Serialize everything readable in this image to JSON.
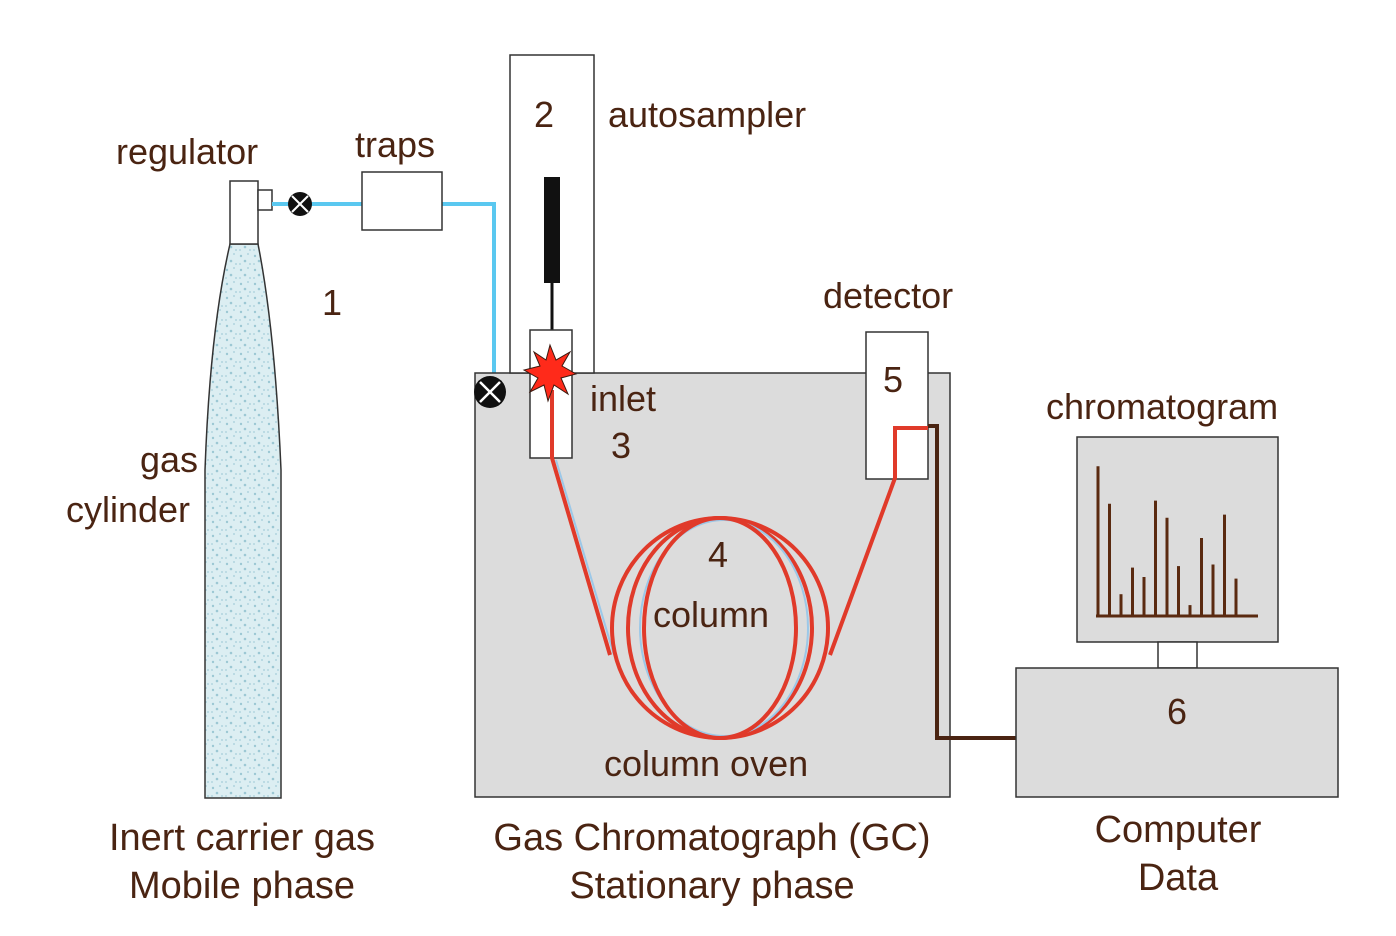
{
  "labels": {
    "regulator": "regulator",
    "traps": "traps",
    "autosampler_num": "2",
    "autosampler": "autosampler",
    "cylinder_num": "1",
    "gas": "gas",
    "cylinder": "cylinder",
    "inlet": "inlet",
    "inlet_num": "3",
    "column_num": "4",
    "column": "column",
    "column_oven": "column oven",
    "detector": "detector",
    "detector_num": "5",
    "chromatogram": "chromatogram",
    "computer_num": "6"
  },
  "captions": {
    "left_line1": "Inert carrier gas",
    "left_line2": "Mobile phase",
    "center_line1": "Gas Chromatograph (GC)",
    "center_line2": "Stationary phase",
    "right_line1": "Computer",
    "right_line2": "Data"
  },
  "colors": {
    "label_text": "#4a2412",
    "gas_line": "#5ac8f0",
    "column_tubing": "#e03a2a",
    "signal_cable": "#4a2412",
    "oven_fill": "#dcdcdc",
    "cylinder_fill": "#dceef2",
    "peak_color": "#5a2a10"
  },
  "chromatogram_peaks": [
    0.96,
    0.72,
    0.14,
    0.31,
    0.25,
    0.74,
    0.63,
    0.32,
    0.07,
    0.5,
    0.33,
    0.65,
    0.24
  ]
}
